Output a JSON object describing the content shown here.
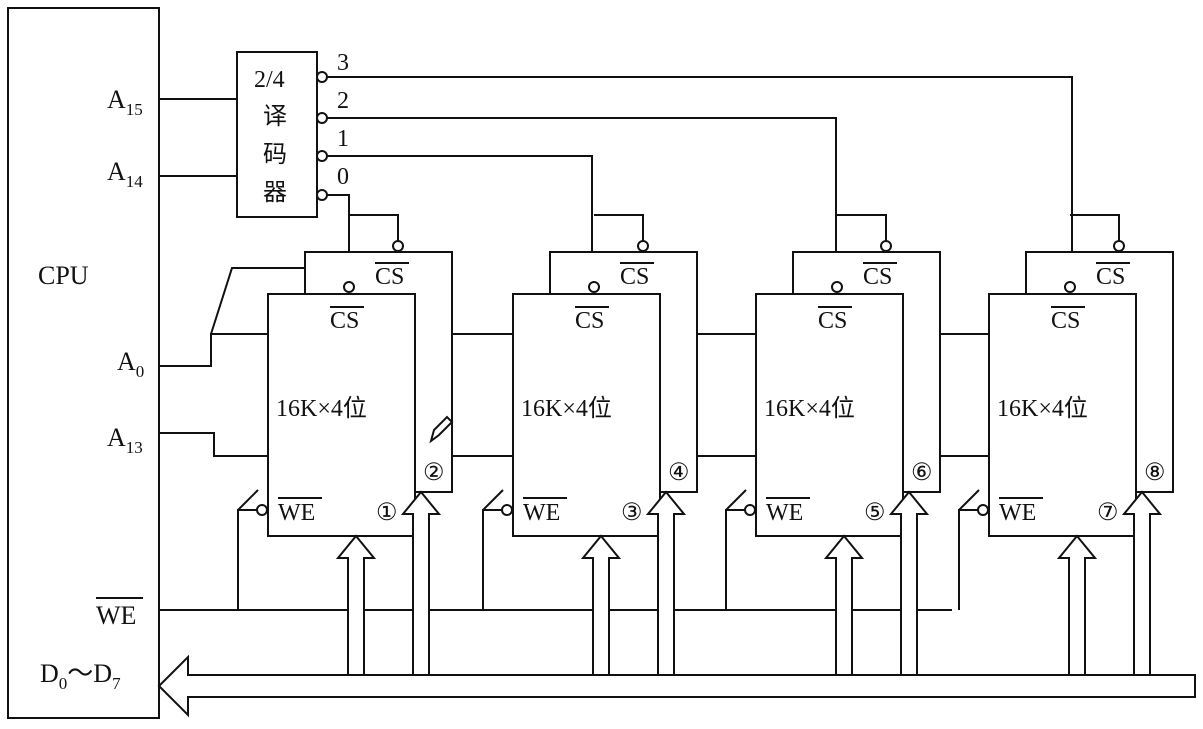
{
  "cpu": {
    "label": "CPU",
    "pins": {
      "a15": {
        "base": "A",
        "sub": "15"
      },
      "a14": {
        "base": "A",
        "sub": "14"
      },
      "a0": {
        "base": "A",
        "sub": "0"
      },
      "a13": {
        "base": "A",
        "sub": "13"
      },
      "we": "WE",
      "data": {
        "d0": "D",
        "s0": "0",
        "tilde": "～",
        "d7": "D",
        "s7": "7"
      }
    }
  },
  "decoder": {
    "lines": [
      "2/4",
      "译",
      "码",
      "器"
    ],
    "outputs": [
      "3",
      "2",
      "1",
      "0"
    ]
  },
  "chips": {
    "capacity": "16K×4位",
    "cs": "CS",
    "we": "WE",
    "numbers": [
      "①",
      "②",
      "③",
      "④",
      "⑤",
      "⑥",
      "⑦",
      "⑧"
    ]
  },
  "icons": {
    "edit": "pencil-icon"
  }
}
